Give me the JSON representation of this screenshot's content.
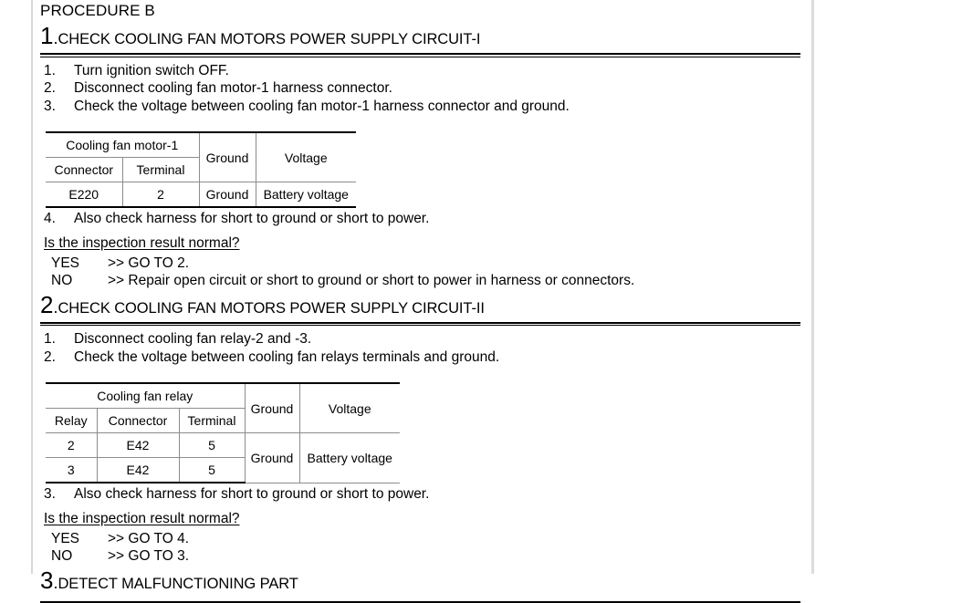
{
  "document": {
    "title": "PROCEDURE B"
  },
  "sections": [
    {
      "number": "1",
      "dot": ".",
      "caption": "CHECK COOLING FAN MOTORS POWER SUPPLY CIRCUIT-I",
      "steps": [
        {
          "num": "1.",
          "text": "Turn ignition switch OFF."
        },
        {
          "num": "2.",
          "text": "Disconnect cooling fan motor-1 harness connector."
        },
        {
          "num": "3.",
          "text": "Check the voltage between cooling fan motor-1 harness connector and ground."
        }
      ],
      "table": {
        "group_header": "Cooling fan motor-1",
        "col_ground": "Ground",
        "col_voltage": "Voltage",
        "sub_headers": [
          "Connector",
          "Terminal"
        ],
        "row": {
          "connector": "E220",
          "terminal": "2",
          "ground": "Ground",
          "voltage": "Battery voltage"
        }
      },
      "post_step": {
        "num": "4.",
        "text": "Also check harness for short to ground or short to power."
      },
      "question": "Is the inspection result normal?",
      "answers": [
        {
          "key": "YES",
          "value": ">> GO TO 2."
        },
        {
          "key": "NO",
          "value": ">> Repair open circuit or short to ground or short to power in harness or connectors."
        }
      ]
    },
    {
      "number": "2",
      "dot": ".",
      "caption": "CHECK COOLING FAN MOTORS POWER SUPPLY CIRCUIT-II",
      "steps": [
        {
          "num": "1.",
          "text": "Disconnect cooling fan relay-2 and -3."
        },
        {
          "num": "2.",
          "text": "Check the voltage between cooling fan relays terminals and ground."
        }
      ],
      "table": {
        "group_header": "Cooling fan relay",
        "col_ground": "Ground",
        "col_voltage": "Voltage",
        "sub_headers": [
          "Relay",
          "Connector",
          "Terminal"
        ],
        "rows": [
          {
            "relay": "2",
            "connector": "E42",
            "terminal": "5"
          },
          {
            "relay": "3",
            "connector": "E42",
            "terminal": "5"
          }
        ],
        "merged": {
          "ground": "Ground",
          "voltage": "Battery voltage"
        }
      },
      "post_step": {
        "num": "3.",
        "text": "Also check harness for short to ground or short to power."
      },
      "question": "Is the inspection result normal?",
      "answers": [
        {
          "key": "YES",
          "value": ">> GO TO 4."
        },
        {
          "key": "NO",
          "value": ">> GO TO 3."
        }
      ]
    },
    {
      "number": "3",
      "dot": ".",
      "caption": "DETECT MALFUNCTIONING PART"
    }
  ]
}
